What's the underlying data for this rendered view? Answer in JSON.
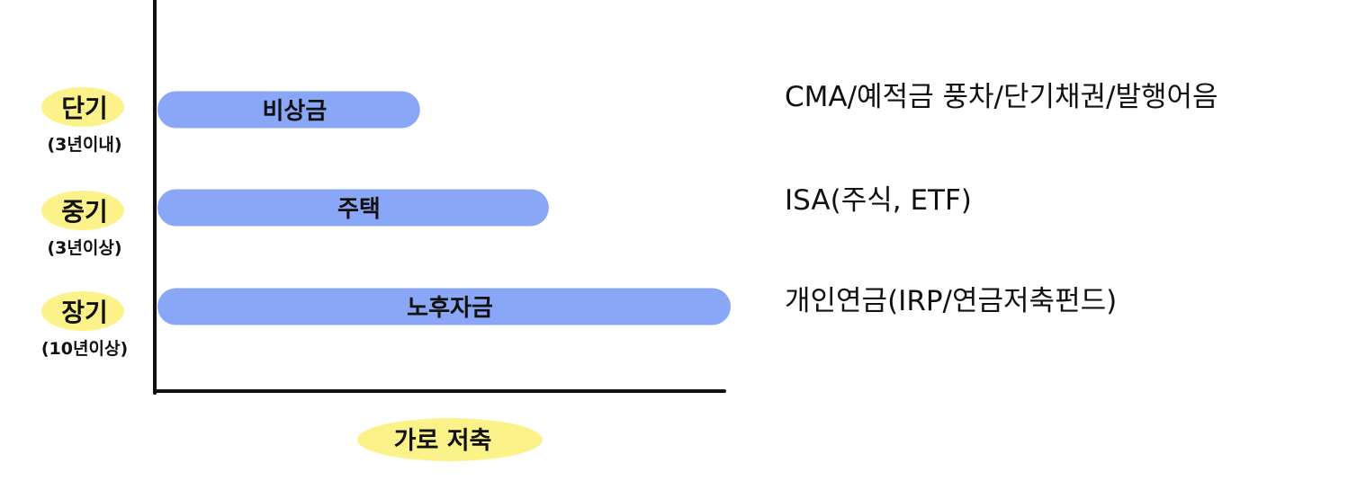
{
  "chart_data": {
    "type": "bar",
    "orientation": "horizontal",
    "categories": [
      {
        "name": "단기",
        "sub": "(3년이내)"
      },
      {
        "name": "중기",
        "sub": "(3년이상)"
      },
      {
        "name": "장기",
        "sub": "(10년이상)"
      }
    ],
    "values": [
      3.5,
      5.2,
      7.6
    ],
    "bar_labels": [
      "비상금",
      "주택",
      "노후자금"
    ],
    "notes": [
      "CMA/예적금 풍차/단기채권/발행어음",
      "ISA(주식, ETF)",
      "개인연금(IRP/연금저축펀드)"
    ],
    "xlabel": "가로 저축",
    "xlim": [
      0,
      7.6
    ],
    "grid": false,
    "colors": {
      "bar": "#8aa6f6",
      "highlight": "#fbf38a",
      "axis": "#111111"
    }
  }
}
